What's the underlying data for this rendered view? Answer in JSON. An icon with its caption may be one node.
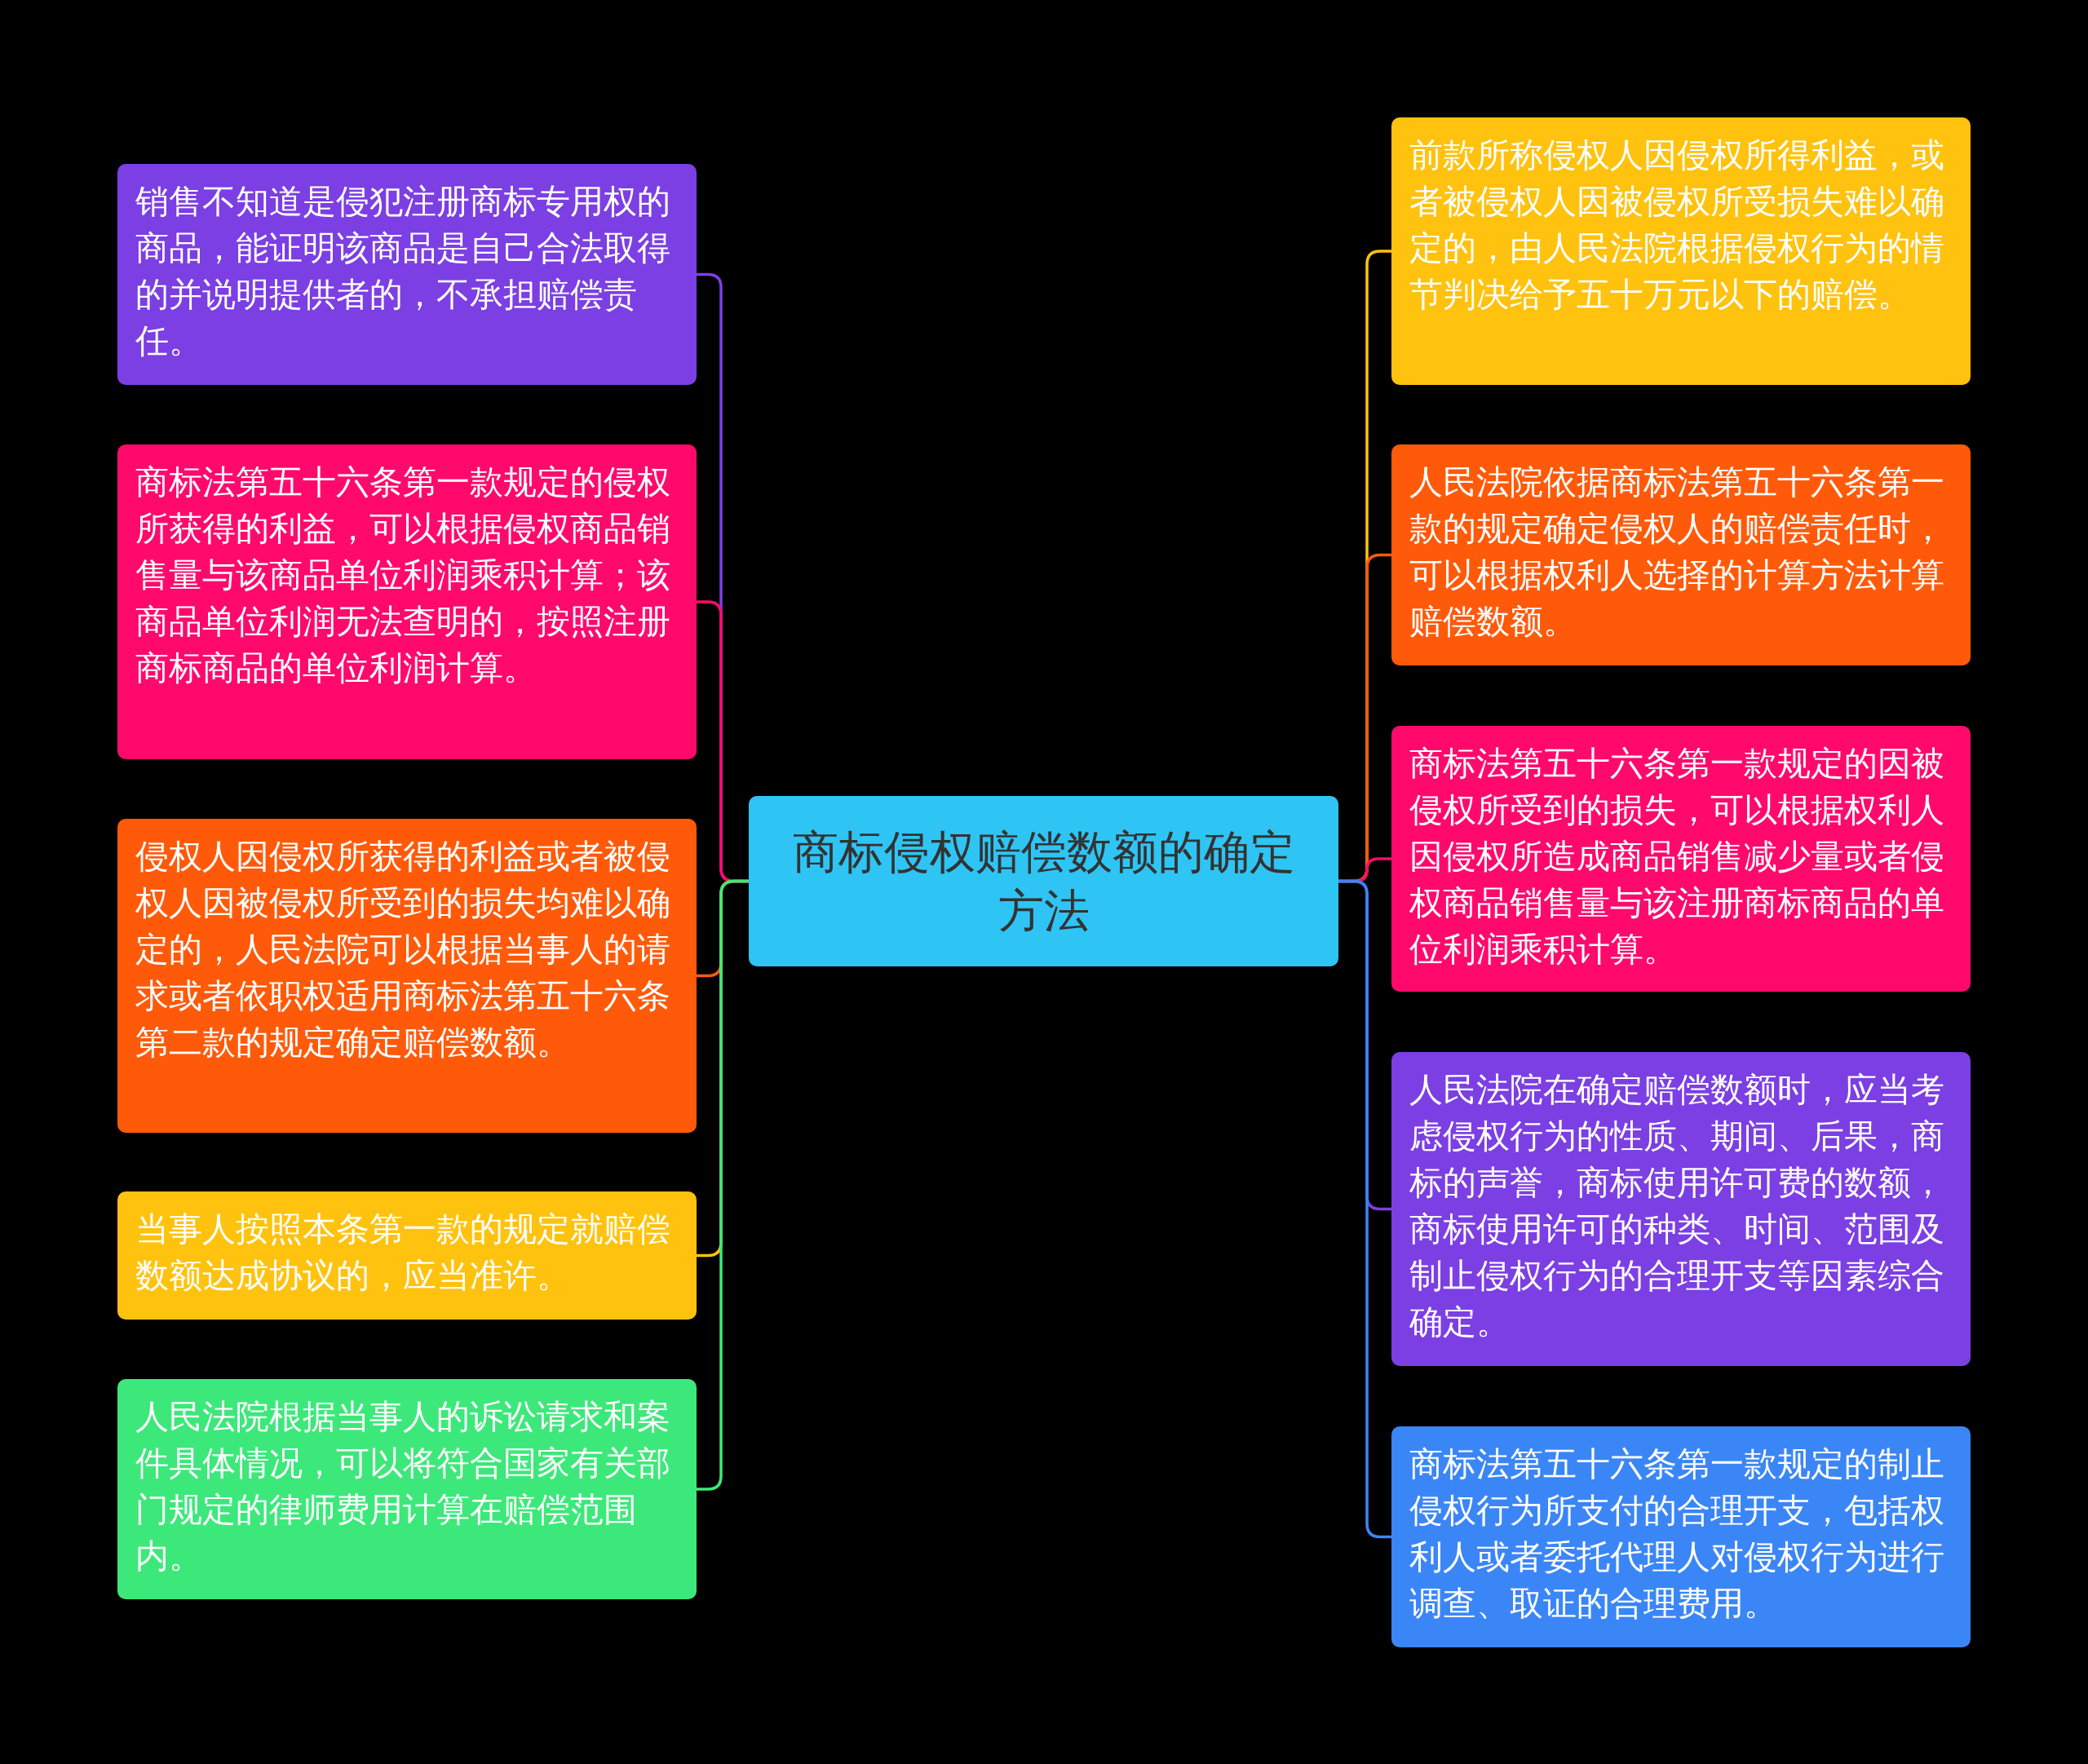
{
  "diagram": {
    "nodes": [
      {
        "text": [
          "商标侵权赔偿数额的确定方法"
        ]
      },
      {
        "text": [
          "销售不知道是侵犯注册商标专用权的商品，能证明该商品是自己合法取得的并说明提供者的，不承担赔偿责任。"
        ]
      },
      {
        "text": [
          "商标法第五十六条第一款规定的侵权所获得的利益，可以根据侵权商品销售量与该商品单位利润乘积计算；该商品单位利润无法查明的，按照注册商标商品的单位利润计算。"
        ]
      },
      {
        "text": [
          "侵权人因侵权所获得的利益或者被侵权人因被侵权所受到的损失均难以确定的，人民法院可以根据当事人的请求或者依职权适用商标法第五十六条第二款的规定确定赔偿数额。"
        ]
      },
      {
        "text": [
          "当事人按照本条第一款的规定就赔偿数额达成协议的，应当准许。"
        ]
      },
      {
        "text": [
          "人民法院根据当事人的诉讼请求和案件具体情况，可以将符合国家有关部门规定的律师费用计算在赔偿范围内。"
        ]
      },
      {
        "text": [
          "前款所称侵权人因侵权所得利益，或者被侵权人因被侵权所受损失难以确定的，由人民法院根据侵权行为的情节判决给予五十万元以下的赔偿。"
        ]
      },
      {
        "text": [
          "人民法院依据商标法第五十六条第一款的规定确定侵权人的赔偿责任时，可以根据权利人选择的计算方法计算赔偿数额。"
        ]
      },
      {
        "text": [
          "商标法第五十六条第一款规定的因被侵权所受到的损失，可以根据权利人因侵权所造成商品销售减少量或者侵权商品销售量与该注册商标商品的单位利润乘积计算。"
        ]
      },
      {
        "text": [
          "人民法院在确定赔偿数额时，应当考虑侵权行为的性质、期间、后果，商标的声誉，商标使用许可费的数额，商标使用许可的种类、时间、范围及制止侵权行为的合理开支等因素综合确定。"
        ]
      },
      {
        "text": [
          "商标法第五十六条第一款规定的制止侵权行为所支付的合理开支，包括权利人或者委托代理人对侵权行为进行调查、取证的合理费用。"
        ]
      }
    ],
    "edges": [
      {
        "from": 0,
        "to": 1,
        "arrow": "none",
        "color": "#7b3fe4"
      },
      {
        "from": 0,
        "to": 2,
        "arrow": "none",
        "color": "#ff0a6c"
      },
      {
        "from": 0,
        "to": 3,
        "arrow": "none",
        "color": "#ff5a0a"
      },
      {
        "from": 0,
        "to": 4,
        "arrow": "none",
        "color": "#ffc20e"
      },
      {
        "from": 0,
        "to": 5,
        "arrow": "none",
        "color": "#3de87a"
      },
      {
        "from": 0,
        "to": 6,
        "arrow": "none",
        "color": "#ffc20e"
      },
      {
        "from": 0,
        "to": 7,
        "arrow": "none",
        "color": "#ff5a0a"
      },
      {
        "from": 0,
        "to": 8,
        "arrow": "none",
        "color": "#ff0a6c"
      },
      {
        "from": 0,
        "to": 9,
        "arrow": "none",
        "color": "#7b3fe4"
      },
      {
        "from": 0,
        "to": 10,
        "arrow": "none",
        "color": "#3b86f7"
      }
    ]
  }
}
